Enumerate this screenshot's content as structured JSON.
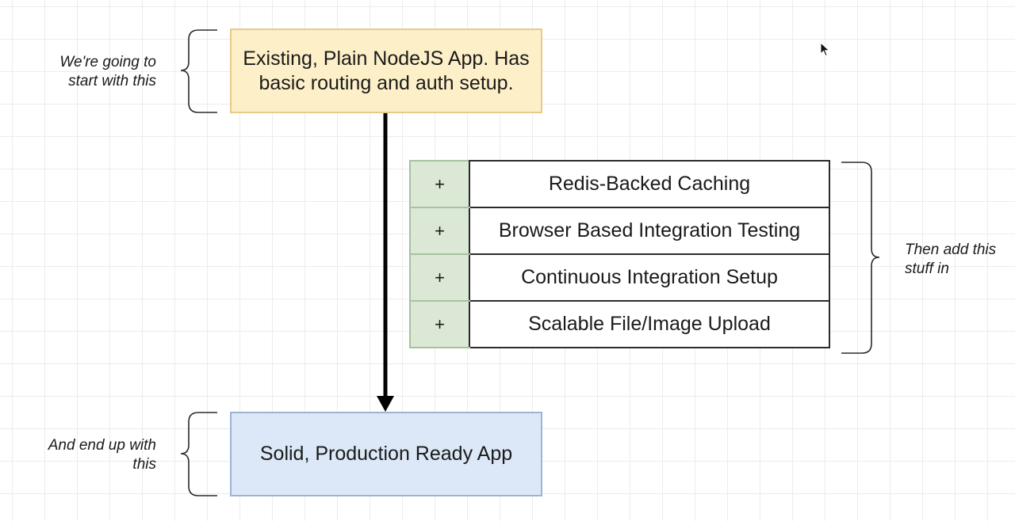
{
  "nodes": {
    "start": {
      "label": "Existing, Plain NodeJS App. Has basic routing and auth setup.",
      "fill": "#fdf0c9",
      "stroke": "#e8c98a"
    },
    "end": {
      "label": "Solid, Production Ready App",
      "fill": "#dce8f7",
      "stroke": "#9db3d4"
    }
  },
  "annotations": {
    "start_note": "We're going to start with this",
    "end_note": "And end up with this",
    "add_note": "Then add this stuff in"
  },
  "features": [
    {
      "symbol": "+",
      "label": "Redis-Backed Caching"
    },
    {
      "symbol": "+",
      "label": "Browser Based Integration Testing"
    },
    {
      "symbol": "+",
      "label": "Continuous Integration Setup"
    },
    {
      "symbol": "+",
      "label": "Scalable File/Image Upload"
    }
  ],
  "feature_symbol_fill": "#dbe8d6",
  "edges": [
    {
      "from": "start",
      "to": "end",
      "style": "arrow"
    }
  ],
  "icons": {
    "cursor": "mouse-pointer-icon"
  }
}
